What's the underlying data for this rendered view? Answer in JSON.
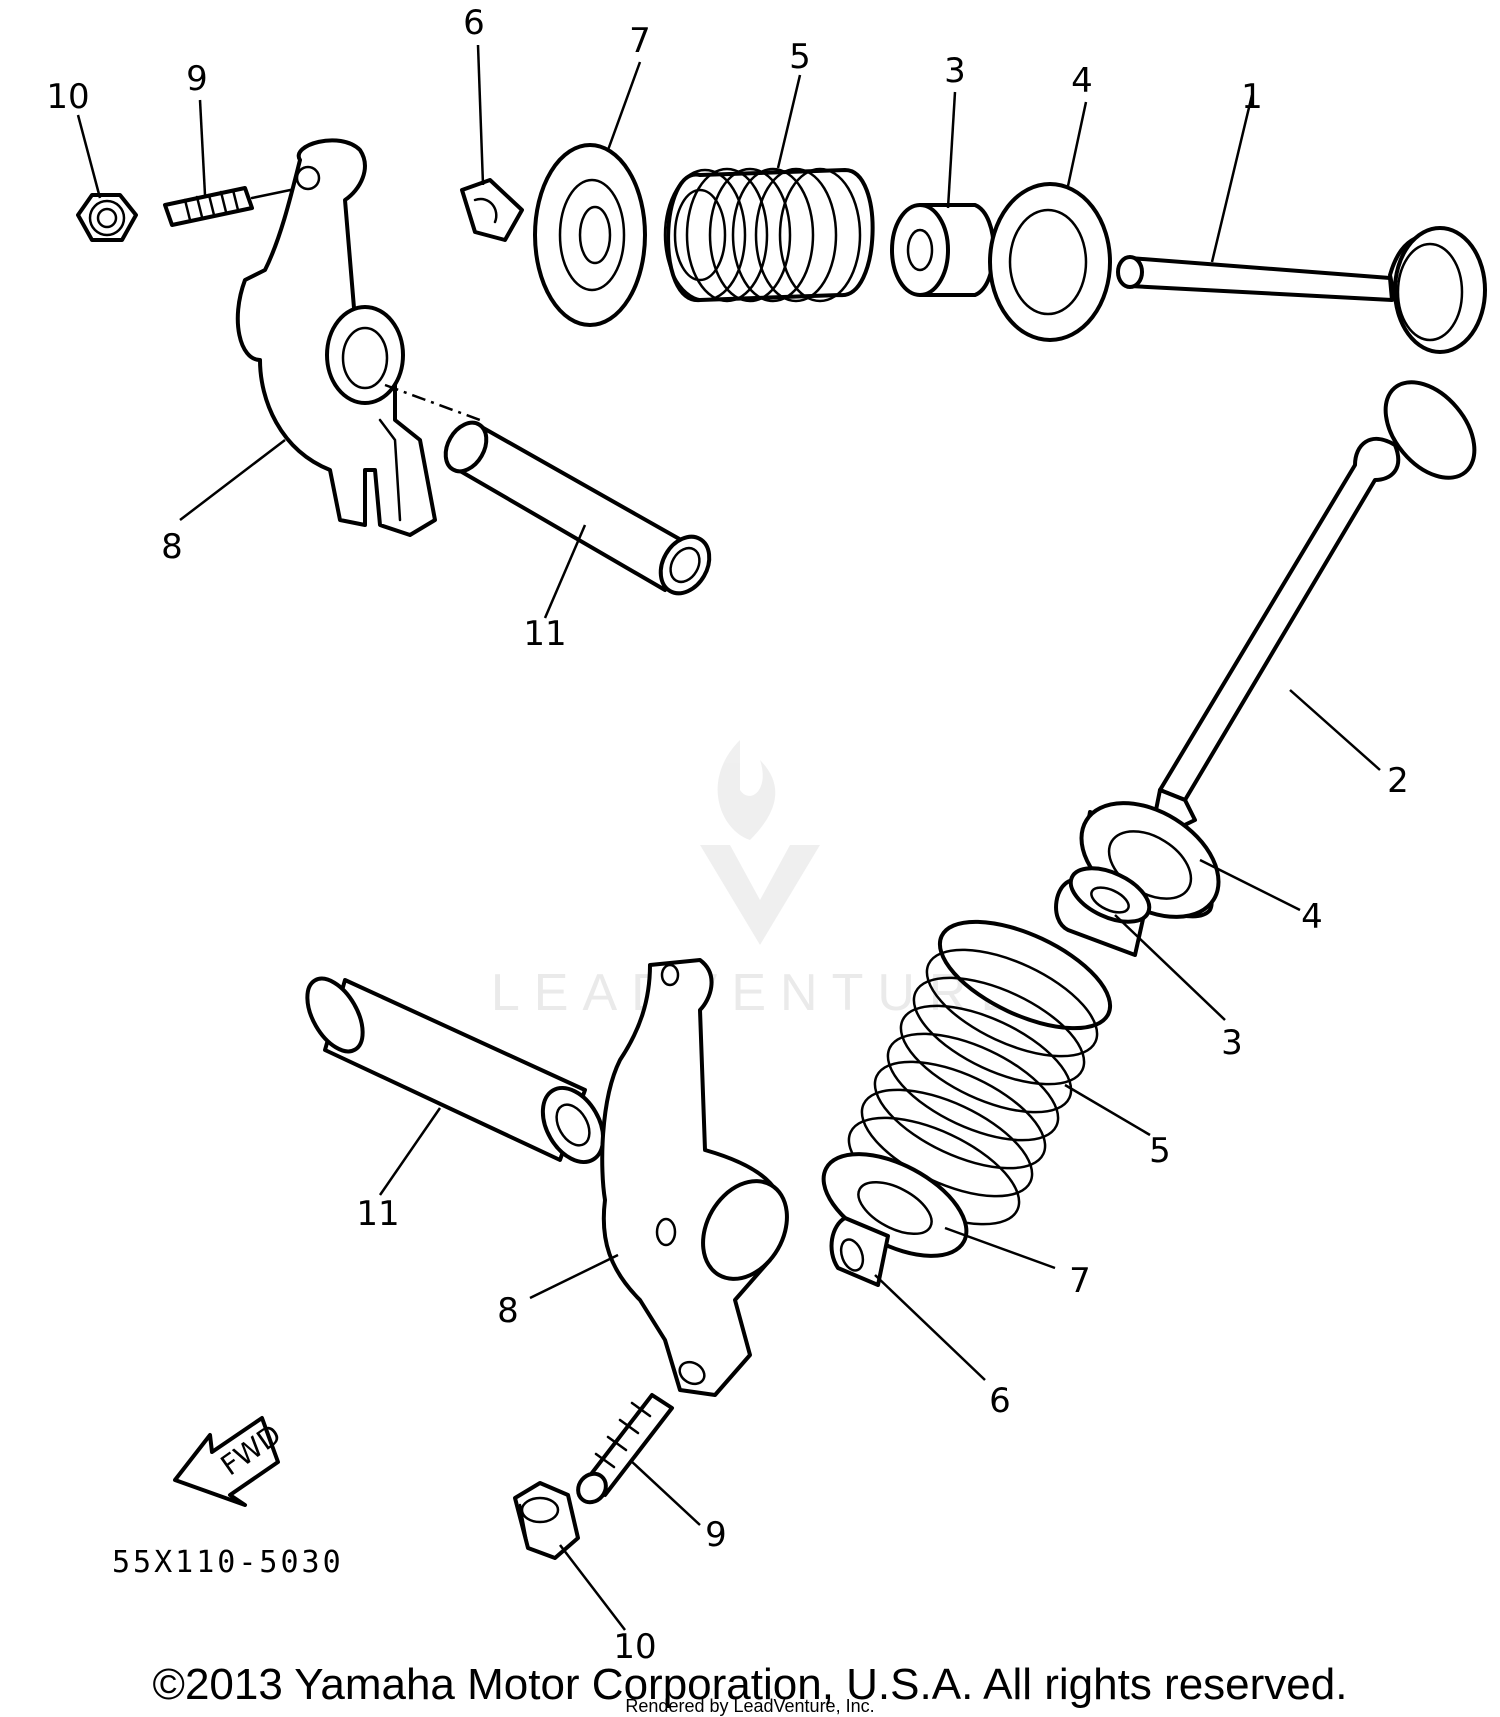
{
  "diagram": {
    "part_code": "55X110-5030",
    "fwd_label": "FWD",
    "watermark": "LEADVENTURE",
    "callouts": {
      "c1": "1",
      "c2": "2",
      "c3a": "3",
      "c3b": "3",
      "c4a": "4",
      "c4b": "4",
      "c5a": "5",
      "c5b": "5",
      "c6a": "6",
      "c6b": "6",
      "c7a": "7",
      "c7b": "7",
      "c8a": "8",
      "c8b": "8",
      "c9a": "9",
      "c9b": "9",
      "c10a": "10",
      "c10b": "10",
      "c11a": "11",
      "c11b": "11"
    }
  },
  "footer": {
    "copyright": "©2013 Yamaha Motor Corporation, U.S.A. All rights reserved.",
    "rendered_by": "Rendered by LeadVenture, Inc."
  }
}
